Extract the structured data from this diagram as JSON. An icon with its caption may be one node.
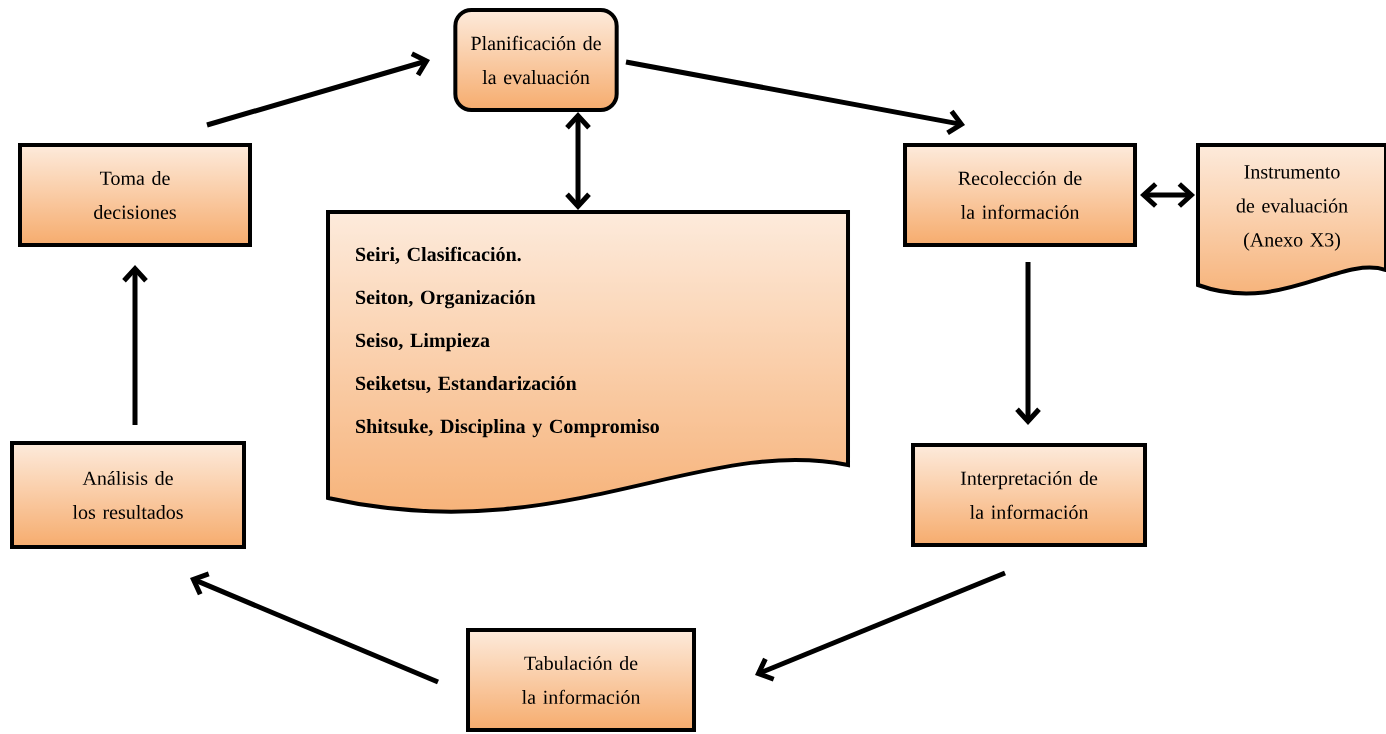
{
  "diagram": {
    "nodes": [
      {
        "text": [
          "Planificación de la evaluación"
        ]
      },
      {
        "text": [
          "Recolección de la información"
        ]
      },
      {
        "text": [
          "Instrumento de evaluación (Anexo X3)"
        ]
      },
      {
        "text": [
          "Interpretación de la información"
        ]
      },
      {
        "text": [
          "Tabulación de la información"
        ]
      },
      {
        "text": [
          "Análisis de los resultados"
        ]
      },
      {
        "text": [
          "Toma de decisiones"
        ]
      },
      {
        "text": [
          "Seiri, Clasificación.",
          "Seiton, Organización",
          "Seiso, Limpieza",
          "Seiketsu, Estandarización",
          "Shitsuke, Disciplina y Compromiso"
        ]
      }
    ],
    "edges": [
      {
        "from": 0,
        "to": 1,
        "arrow": "to"
      },
      {
        "from": 1,
        "to": 2,
        "arrow": "both"
      },
      {
        "from": 1,
        "to": 3,
        "arrow": "to"
      },
      {
        "from": 3,
        "to": 4,
        "arrow": "to"
      },
      {
        "from": 4,
        "to": 5,
        "arrow": "to"
      },
      {
        "from": 5,
        "to": 6,
        "arrow": "to"
      },
      {
        "from": 6,
        "to": 0,
        "arrow": "to"
      },
      {
        "from": 0,
        "to": 7,
        "arrow": "both"
      }
    ]
  }
}
